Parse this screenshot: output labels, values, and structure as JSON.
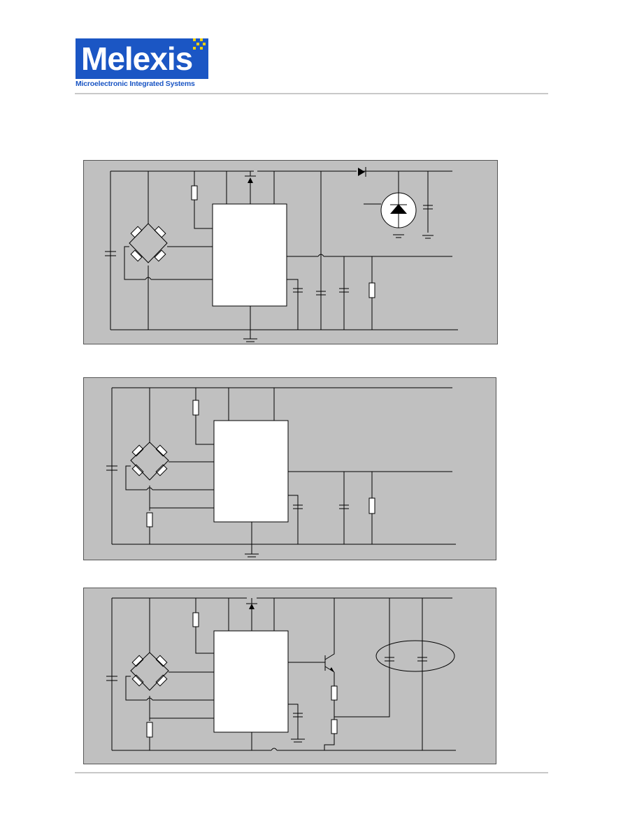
{
  "header": {
    "logo_text": "Melexis",
    "tagline": "Microelectronic Integrated Systems",
    "brand_color": "#1b56c4",
    "dot_color": "#f0d000"
  },
  "figures": [
    {
      "id": "figure-1",
      "description": "bridge sensor circuit with JFET, diode and transient suppressor"
    },
    {
      "id": "figure-2",
      "description": "bridge sensor circuit with temperature resistor"
    },
    {
      "id": "figure-3",
      "description": "bridge sensor circuit with transistor output stage"
    }
  ]
}
